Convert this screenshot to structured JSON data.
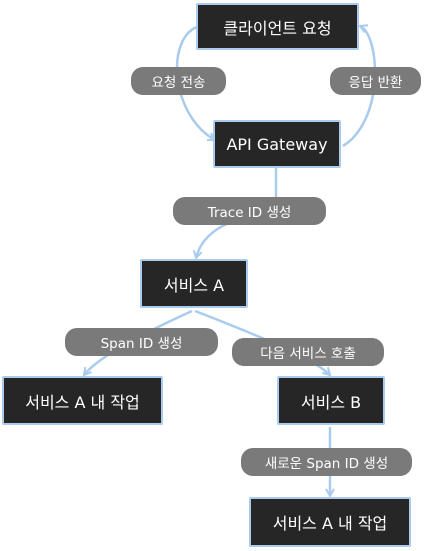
{
  "colors": {
    "node_fill": "#262626",
    "node_border": "#a9cbed",
    "edge": "#a9cbed",
    "label_fill": "#7a7a7a",
    "text": "#ffffff"
  },
  "nodes": {
    "client_request": "클라이언트 요청",
    "api_gateway": "API Gateway",
    "service_a": "서비스 A",
    "service_a_internal": "서비스 A 내 작업",
    "service_b": "서비스 B",
    "service_b_work": "서비스 A 내 작업"
  },
  "edge_labels": {
    "send_request": "요청 전송",
    "return_response": "응답 반환",
    "create_trace_id": "Trace ID 생성",
    "create_span_id": "Span ID 생성",
    "call_other_service": "다음 서비스 호출",
    "create_new_span_id": "새로운 Span ID 생성"
  }
}
